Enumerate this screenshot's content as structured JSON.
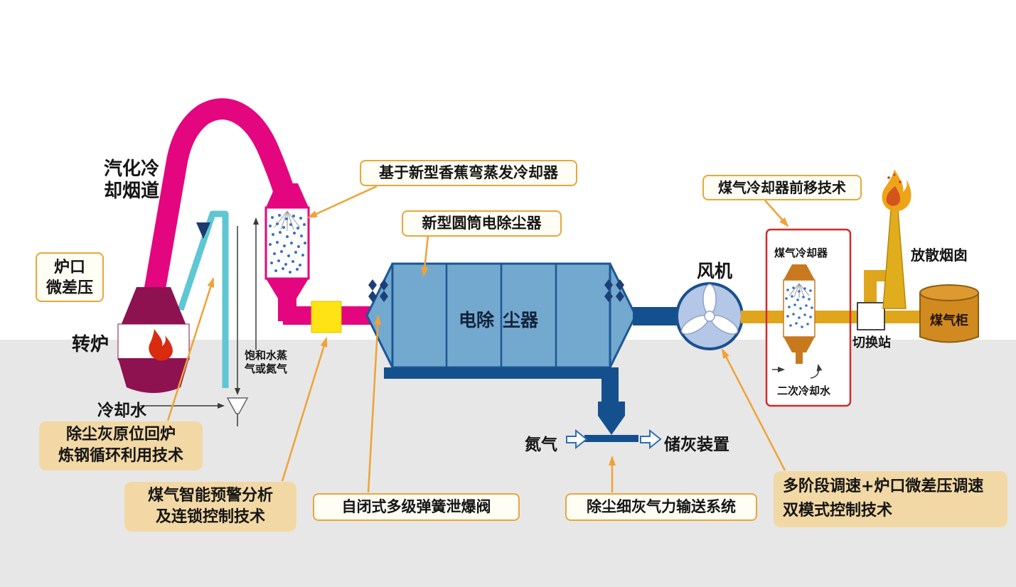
{
  "colors": {
    "magenta_pipe": "#e4067e",
    "maroon_vessel": "#8e1150",
    "cyan_pipe": "#5ec7d3",
    "esp_blue": "#73a9ce",
    "navy_pipe": "#15508e",
    "gold_pipe": "#dfa61d",
    "valve_yellow": "#ffe312",
    "callout_border_orange": "#e9a63c",
    "callout_arrow_orange": "#f0a236",
    "tan_box": "#f2d8a4",
    "cooler_frame_red": "#d22b2b",
    "ground_gray": "#e7e7e7"
  },
  "labels": {
    "flue": {
      "line1": "汽化冷",
      "line2": "却烟道"
    },
    "furnace_pressure": {
      "line1": "炉口",
      "line2": "微差压"
    },
    "converter": "转炉",
    "cooling_water": "冷却水",
    "saturated_steam": {
      "line1": "饱和水蒸",
      "line2": "气或氮气"
    },
    "banana_cooler": "基于新型香蕉弯蒸发冷却器",
    "cylinder_esp": "新型圆筒电除尘器",
    "esp_body": {
      "part1": "电除",
      "part2": "尘器"
    },
    "dust_recycle": {
      "line1": "除尘灰原位回炉",
      "line2": "炼钢循环利用技术"
    },
    "gas_warning": {
      "line1": "煤气智能预警分析",
      "line2": "及连锁控制技术"
    },
    "relief_valve": "自闭式多级弹簧泄爆阀",
    "nitrogen": "氮气",
    "ash_storage": "储灰装置",
    "ash_conveying": "除尘细灰气力输送系统",
    "fan": "风机",
    "cooler_tech": "煤气冷却器前移技术",
    "gas_cooler": "煤气冷却器",
    "secondary_cooling": "二次冷却水",
    "switch_station": "切换站",
    "flare_stack": "放散烟囱",
    "gas_holder": "煤气柜",
    "dual_mode": {
      "line1": "多阶段调速+炉口微差压调速",
      "line2": "双模式控制技术"
    }
  }
}
